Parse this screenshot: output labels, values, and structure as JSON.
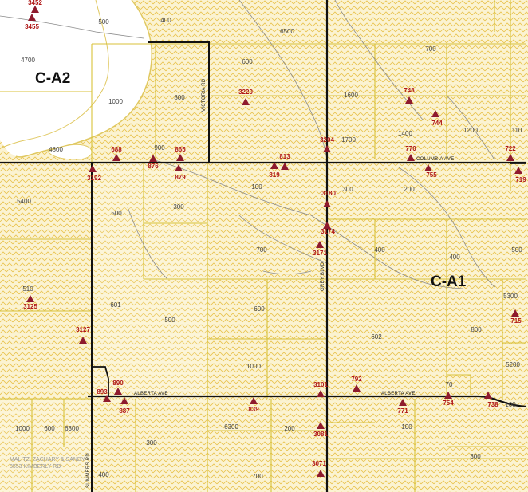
{
  "zones": {
    "a2": "C-A2",
    "a1": "C-A1"
  },
  "roads": {
    "columbia": "COLUMBIA AVE",
    "alberta_w": "ALBERTA AVE",
    "alberta_e": "ALBERTA AVE",
    "victoria": "VICTORIA RD",
    "grey": "GREY BLVD",
    "vertical_w": "SUMMERS RD"
  },
  "owner": {
    "line1": "MALITZ, ZACHARY & SANDY",
    "line2": "3553 KIMBERLY RD"
  },
  "parcels": [
    "500",
    "400",
    "6500",
    "700",
    "4700",
    "600",
    "1000",
    "800",
    "1600",
    "1400",
    "1200",
    "110",
    "4800",
    "900",
    "1700",
    "5400",
    "300",
    "100",
    "300",
    "200",
    "500",
    "400",
    "700",
    "400",
    "500",
    "510",
    "5300",
    "601",
    "500",
    "600",
    "800",
    "602",
    "5200",
    "1000",
    "70",
    "1000",
    "600",
    "6300",
    "6300",
    "200",
    "100",
    "300",
    "400",
    "700",
    "300",
    "100"
  ],
  "sites": [
    "3452",
    "3455",
    "748",
    "3220",
    "744",
    "3204",
    "688",
    "865",
    "770",
    "722",
    "876",
    "879",
    "819",
    "813",
    "755",
    "3192",
    "719",
    "3180",
    "3174",
    "3171",
    "3125",
    "715",
    "3127",
    "890",
    "3101",
    "792",
    "893",
    "887",
    "839",
    "771",
    "754",
    "738",
    "3081",
    "3071"
  ],
  "colors": {
    "background": "#fbf3d2",
    "hatch": "#e8c14a",
    "parcel_line": "#d8c23a",
    "road": "#111111",
    "marker": "#8e1a2d",
    "water": "#ffffff"
  }
}
